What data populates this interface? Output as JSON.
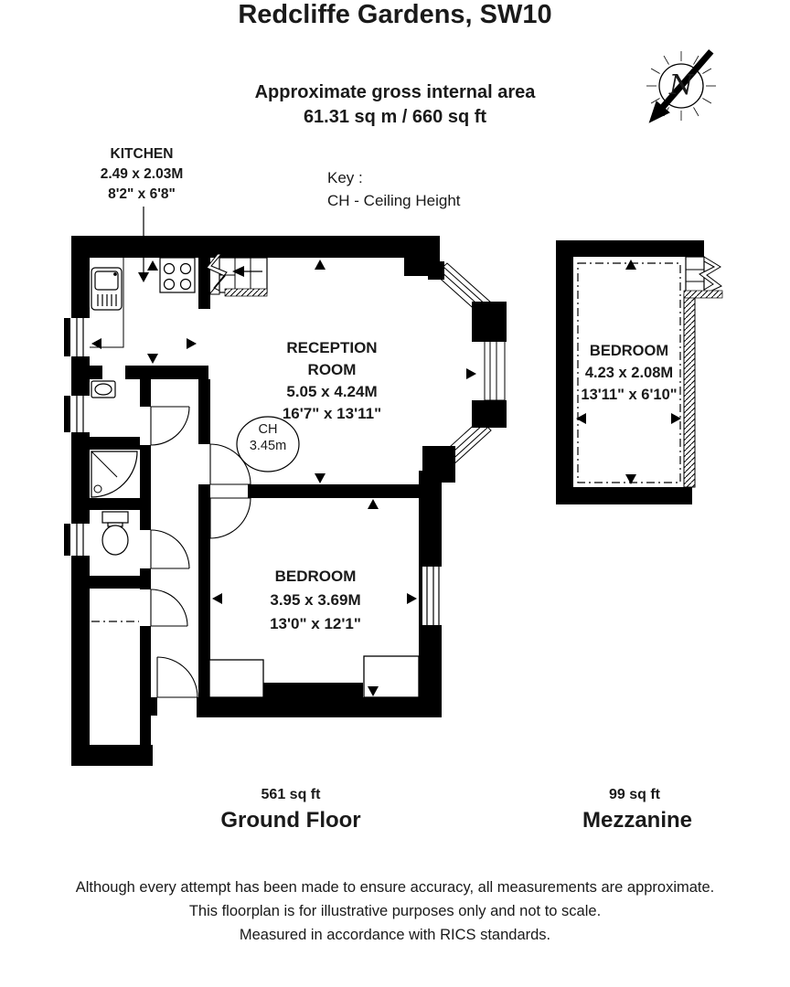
{
  "header": {
    "title": "Redcliffe Gardens, SW10",
    "subtitle": "Approximate gross internal area",
    "area": "61.31 sq m / 660 sq ft"
  },
  "key": {
    "label": "Key :",
    "ch": "CH - Ceiling Height"
  },
  "compass": {
    "letter": "N"
  },
  "rooms": {
    "kitchen": {
      "name": "KITCHEN",
      "metric": "2.49 x 2.03M",
      "imperial": "8'2\" x 6'8\""
    },
    "reception": {
      "line1": "RECEPTION",
      "line2": "ROOM",
      "metric": "5.05 x 4.24M",
      "imperial": "16'7\" x 13'11\""
    },
    "bedroom_ground": {
      "name": "BEDROOM",
      "metric": "3.95 x 3.69M",
      "imperial": "13'0\" x 12'1\""
    },
    "bedroom_mezzanine": {
      "name": "BEDROOM",
      "metric": "4.23 x 2.08M",
      "imperial": "13'11\" x 6'10\""
    }
  },
  "ch_badge": {
    "label": "CH",
    "value": "3.45m"
  },
  "floors": [
    {
      "area": "561 sq ft",
      "name": "Ground Floor"
    },
    {
      "area": "99 sq ft",
      "name": "Mezzanine"
    }
  ],
  "disclaimer": {
    "line1": "Although every attempt has been made to ensure accuracy, all measurements are approximate.",
    "line2": "This floorplan is for illustrative purposes only and not to scale.",
    "line3": "Measured in accordance with RICS standards."
  },
  "icons": {
    "compass": "compass-rose-north-arrow",
    "fixtures": [
      "kitchen-sink",
      "hob",
      "shower",
      "toilet",
      "basin",
      "stairs"
    ]
  },
  "colors": {
    "wall": "#000000",
    "background": "#ffffff"
  }
}
